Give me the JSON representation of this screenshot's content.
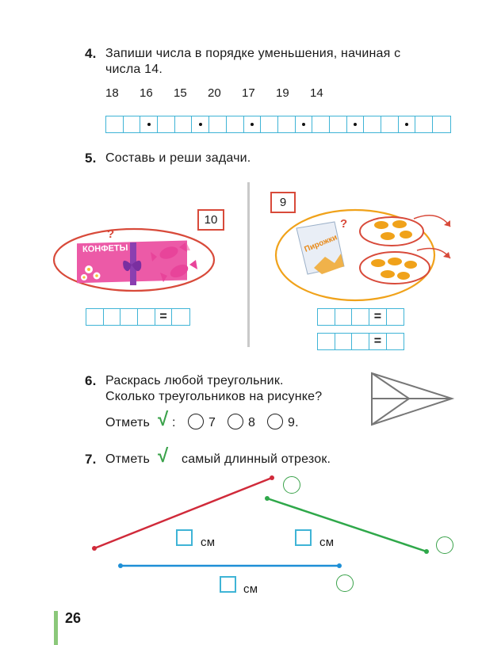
{
  "task4": {
    "number": "4.",
    "line1": "Запиши  числа  в  порядке  уменьшения,  начиная  с",
    "line2": "числа  14.",
    "numbers": [
      "18",
      "16",
      "15",
      "20",
      "17",
      "19",
      "14"
    ]
  },
  "task5": {
    "number": "5.",
    "text": "Составь  и  реши  задачи.",
    "left_value": "10",
    "right_value": "9",
    "question_mark": "?",
    "candy_box_label": "КОНФЕТЫ",
    "bag_label": "Пирожки",
    "equals": "="
  },
  "task6": {
    "number": "6.",
    "line1": "Раскрась  любой  треугольник.",
    "line2": "Сколько  треугольников  на  рисунке?",
    "mark_label": "Отметь",
    "check": "√",
    "colon": ":",
    "options": [
      "7",
      "8",
      "9."
    ]
  },
  "task7": {
    "number": "7.",
    "mark_label": "Отметь",
    "check": "√",
    "text": "самый  длинный  отрезок.",
    "unit": "см"
  },
  "page_number": "26",
  "colors": {
    "cyan": "#3fb4d6",
    "red": "#d84a3a",
    "green": "#3aa24a",
    "blue": "#1e8fd6",
    "orange": "#f0a21a",
    "pink": "#e8449a"
  }
}
